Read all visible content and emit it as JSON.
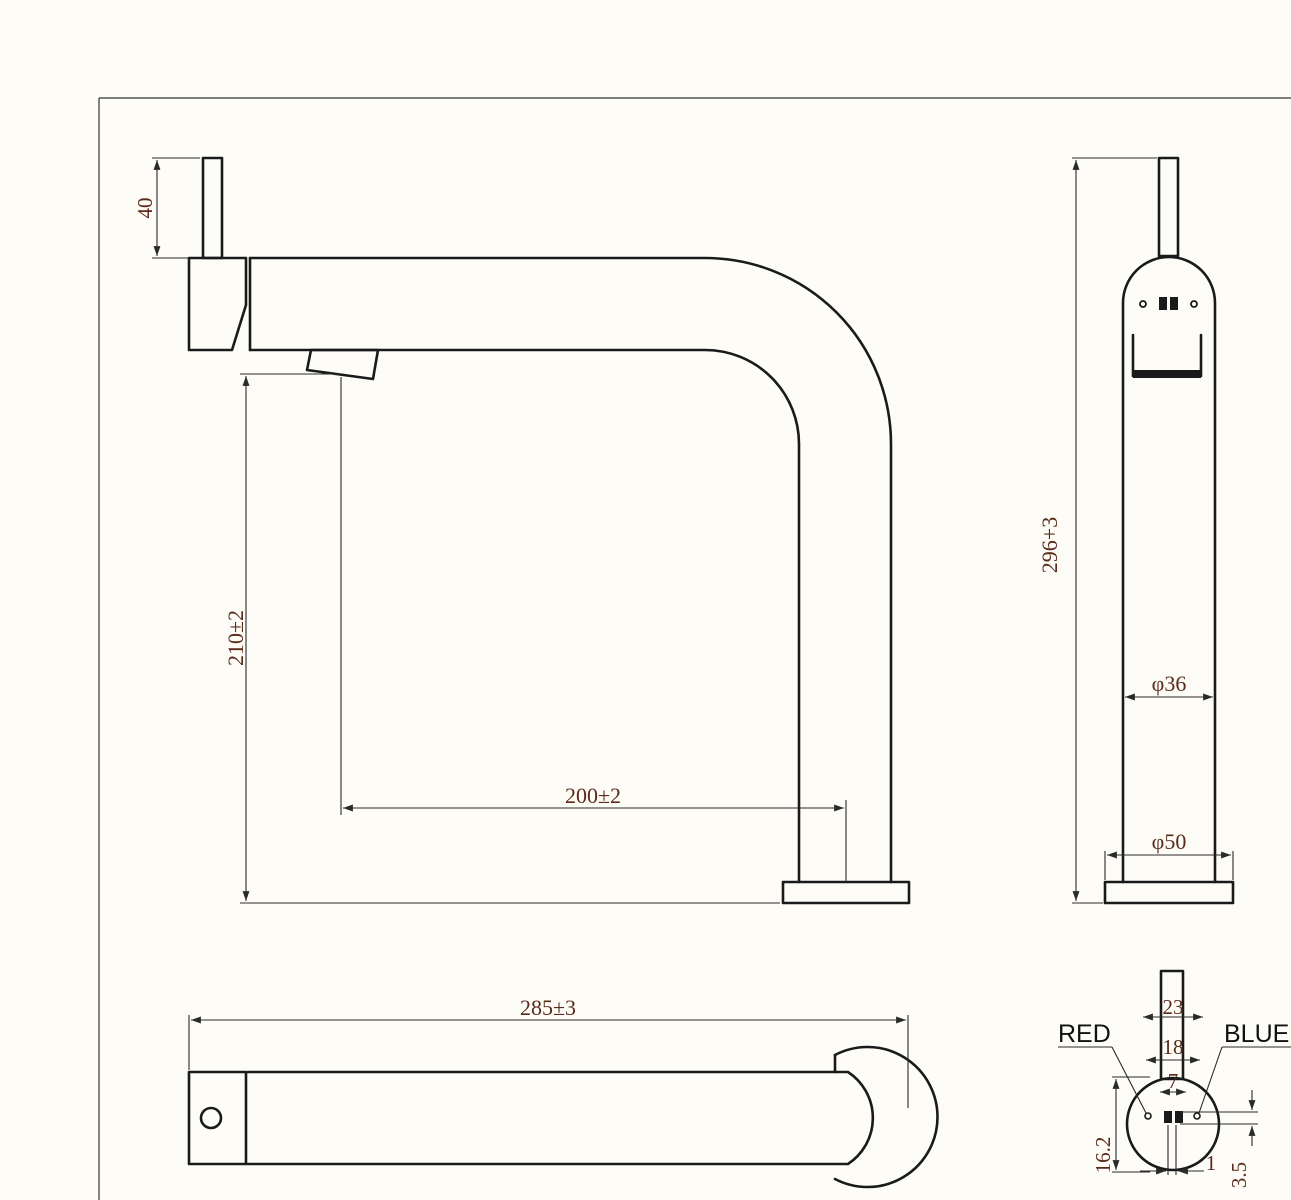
{
  "dimensions": {
    "handle_height": "40",
    "spout_height": "210±2",
    "spout_reach": "200±2",
    "total_height": "296+3",
    "body_diameter": "φ36",
    "base_diameter": "φ50",
    "total_length": "285±3",
    "top_width": "23",
    "hole_spacing": "18",
    "slot_width": "7",
    "center_offset": "16.2",
    "gap": "1",
    "depth": "3.5"
  },
  "callouts": {
    "hot": "RED",
    "cold": "BLUE"
  },
  "colors": {
    "line": "#1a1a1a",
    "dimension_text": "#5a2a1a",
    "paper": "#fdfcf7"
  }
}
